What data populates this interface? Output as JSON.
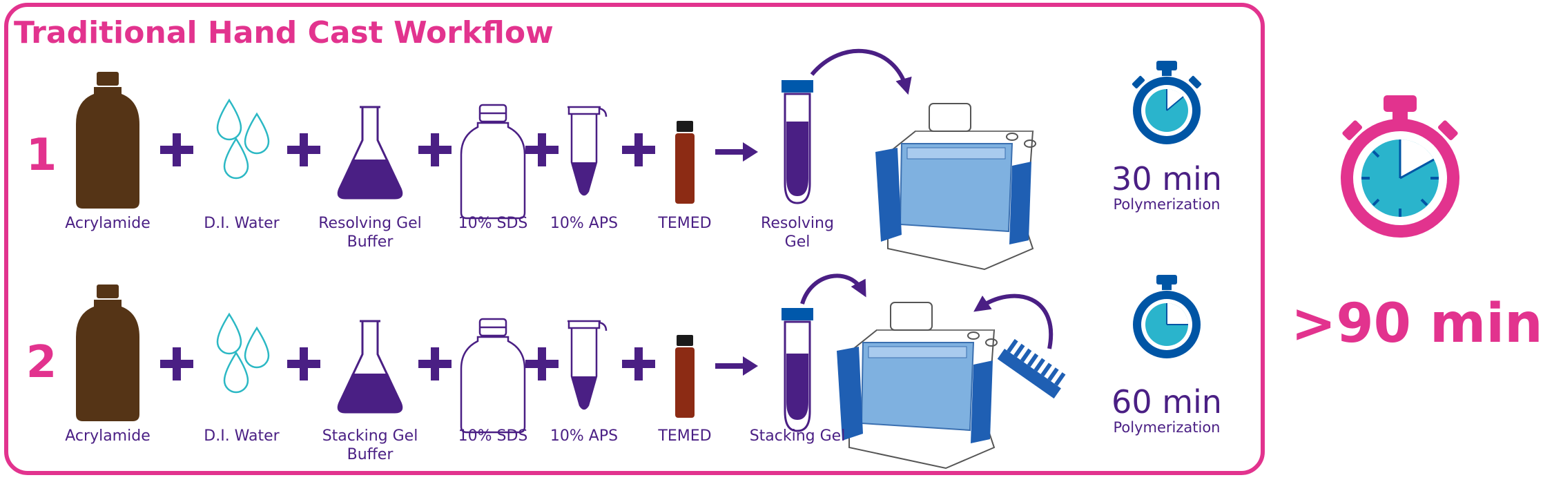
{
  "title": "Traditional Hand Cast Workflow",
  "rows": [
    {
      "number": "1",
      "labels": [
        "Acrylamide",
        "D.I. Water",
        "Resolving Gel\nBuffer",
        "10% SDS",
        "10% APS",
        "TEMED",
        "Resolving\nGel"
      ],
      "time": "30 min",
      "time_label": "Polymerization"
    },
    {
      "number": "2",
      "labels": [
        "Acrylamide",
        "D.I. Water",
        "Stacking Gel\nBuffer",
        "10% SDS",
        "10% APS",
        "TEMED",
        "Stacking Gel"
      ],
      "time": "60 min",
      "time_label": "Polymerization"
    }
  ],
  "total_time": ">90 min",
  "colors": {
    "accent": "#e2338e",
    "text": "#4a1f84",
    "bottle": "#553416",
    "water": "#2bb8c4",
    "gel": "#4a1f84",
    "temed": "#8c2b14",
    "timer_blue": "#0055a5",
    "timer_fill": "#2ab4cc",
    "cassette": "#1f5fb3"
  },
  "icons": [
    "bottle-icon",
    "water-drops-icon",
    "flask-icon",
    "sds-bottle-icon",
    "aps-tube-icon",
    "temed-vial-icon",
    "gel-tube-icon",
    "casting-stand-icon",
    "comb-icon",
    "stopwatch-icon"
  ]
}
